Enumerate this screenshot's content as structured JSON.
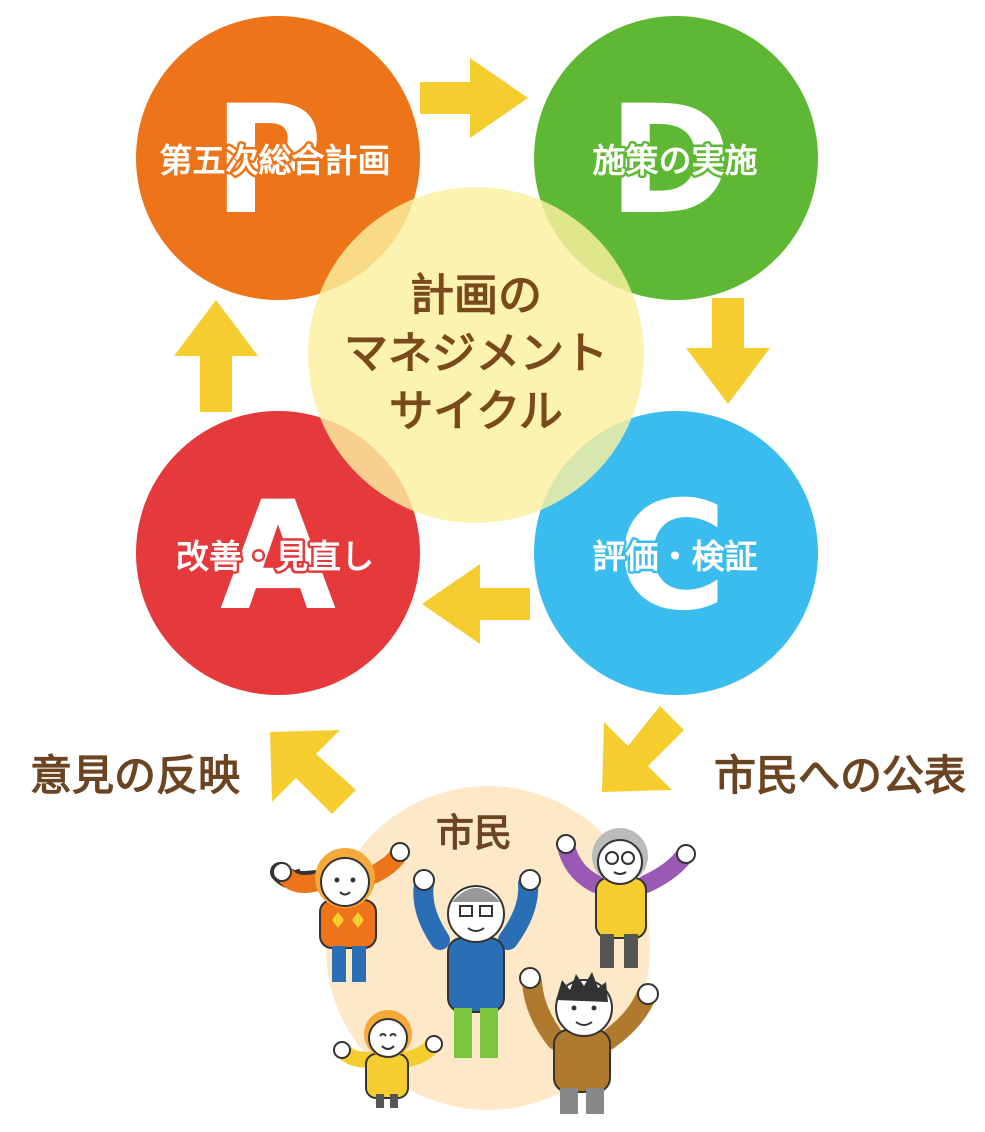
{
  "colors": {
    "plan": "#ee7419",
    "do": "#5fb834",
    "check": "#3bbcee",
    "act": "#e5393c",
    "center": "#fbf3a6",
    "arrow": "#f6cd2e",
    "citizens_bg": "#fde9c8",
    "text_brown": "#6b4422"
  },
  "phases": {
    "plan": {
      "letter": "P",
      "label": "第五次総合計画"
    },
    "do": {
      "letter": "D",
      "label": "施策の実施"
    },
    "check": {
      "letter": "C",
      "label": "評価・検証"
    },
    "act": {
      "letter": "A",
      "label": "改善・見直し"
    }
  },
  "center": {
    "line1": "計画の",
    "line2": "マネジメント",
    "line3": "サイクル"
  },
  "citizens": {
    "label": "市民",
    "left_caption": "意見の反映",
    "right_caption": "市民への公表"
  },
  "icons": {
    "arrows": "yellow-arrow-icon",
    "people": "cheering-person-icon"
  }
}
